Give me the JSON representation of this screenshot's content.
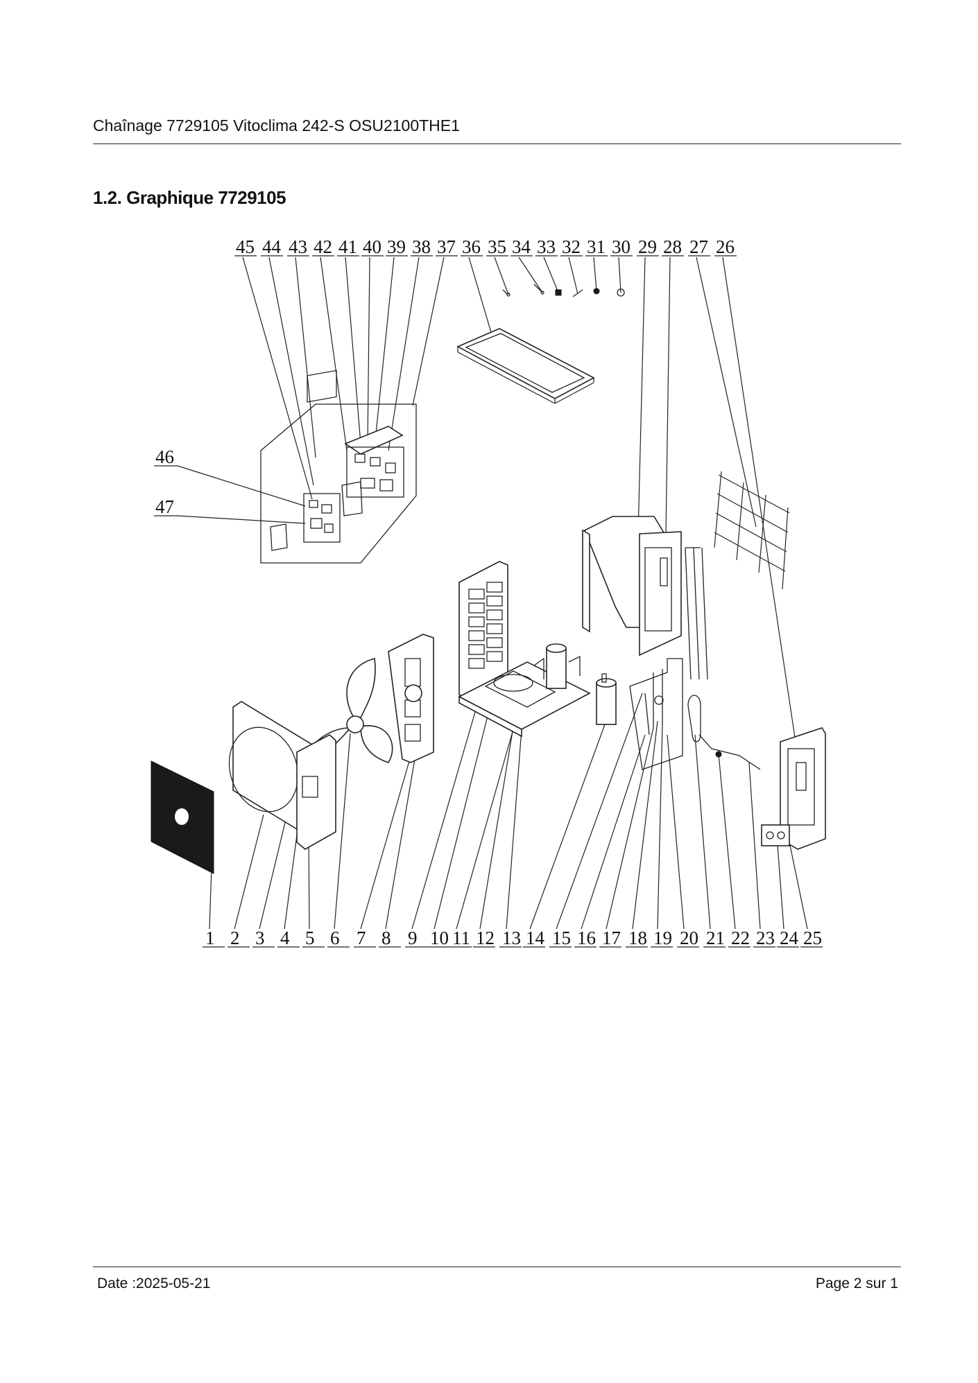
{
  "header": {
    "title": "Chaînage 7729105 Vitoclima 242-S OSU2100THE1"
  },
  "section": {
    "title": "1.2. Graphique 7729105"
  },
  "diagram": {
    "callouts_top": [
      "45",
      "44",
      "43",
      "42",
      "41",
      "40",
      "39",
      "38",
      "37",
      "36",
      "35",
      "34",
      "33",
      "32",
      "31",
      "30",
      "29",
      "28",
      "27",
      "26"
    ],
    "callouts_left": [
      "46",
      "47"
    ],
    "callouts_bottom": [
      "1",
      "2",
      "3",
      "4",
      "5",
      "6",
      "7",
      "8",
      "9",
      "10",
      "11",
      "12",
      "13",
      "14",
      "15",
      "16",
      "17",
      "18",
      "19",
      "20",
      "21",
      "22",
      "23",
      "24",
      "25"
    ]
  },
  "footer": {
    "date": "Date :2025-05-21",
    "page": "Page 2 sur   1"
  }
}
